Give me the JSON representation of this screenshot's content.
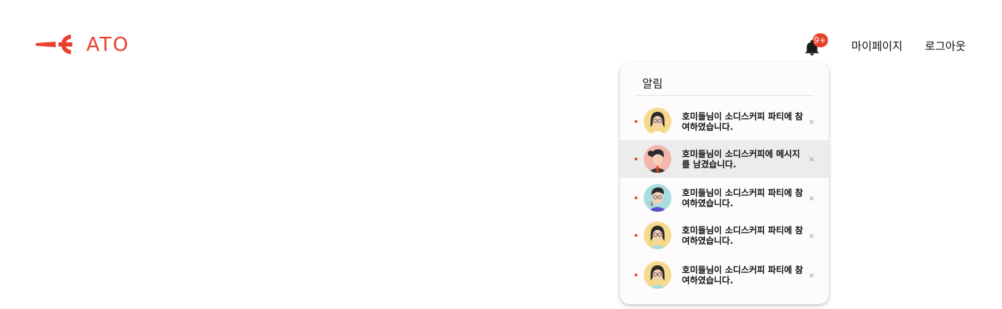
{
  "header": {
    "logo_text": "ATO",
    "badge_count": "9+",
    "mypage_label": "마이페이지",
    "logout_label": "로그아웃"
  },
  "notifications": {
    "title": "알림",
    "items": [
      {
        "avatar": "woman-glasses",
        "text": "호미들님이 소디스커피 파티에 참여하였습니다.",
        "close": "×"
      },
      {
        "avatar": "woman-ponytail",
        "text": "호미들님이 소디스커피에 메시지를 남겼습니다.",
        "close": "×"
      },
      {
        "avatar": "man-glasses",
        "text": "호미들님이 소디스커피 파티에 참여하였습니다.",
        "close": "×"
      },
      {
        "avatar": "woman-glasses",
        "text": "호미들님이 소디스커피 파티에 참여하였습니다.",
        "close": "×"
      },
      {
        "avatar": "woman-glasses",
        "text": "호미들님이 소디스커피 파티에 참여하였습니다.",
        "close": "×"
      }
    ]
  },
  "colors": {
    "brand": "#e8412c",
    "highlight_row": "#ececec"
  }
}
